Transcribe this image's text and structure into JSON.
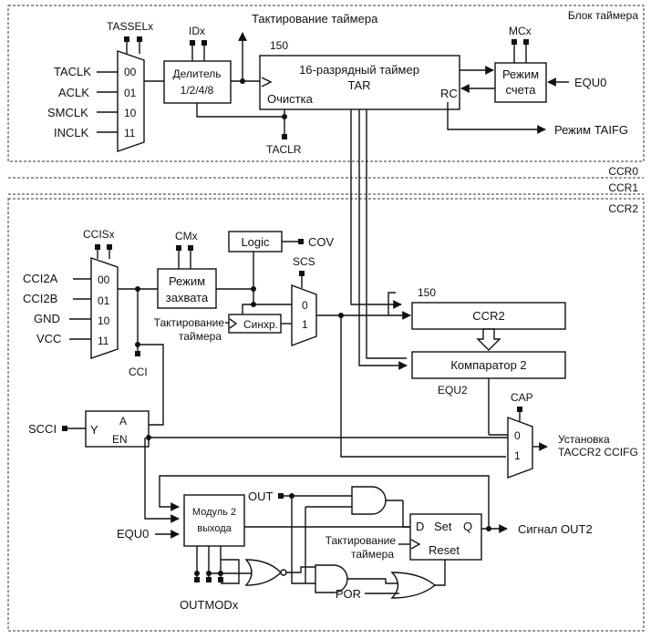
{
  "sections": {
    "timer_block": "Блок таймера",
    "ccr0": "CCR0",
    "ccr1": "CCR1",
    "ccr2": "CCR2"
  },
  "timer": {
    "tassel": "TASSELx",
    "clock_inputs": [
      "TACLK",
      "ACLK",
      "SMCLK",
      "INCLK"
    ],
    "mux_codes": [
      "00",
      "01",
      "10",
      "11"
    ],
    "id": "IDx",
    "divider_line1": "Делитель",
    "divider_line2": "1/2/4/8",
    "clock_label": "Тактирование таймера",
    "bits": "150",
    "tar_line1": "16-разрядный таймер",
    "tar_line2": "TAR",
    "clear": "Очистка",
    "rc": "RC",
    "tacler": "TACLR",
    "mc": "MCx",
    "mode_line1": "Режим",
    "mode_line2": "счета",
    "equ0": "EQU0",
    "taifg": "Режим TAIFG"
  },
  "capture": {
    "ccis": "CCISx",
    "inputs": [
      "CCI2A",
      "CCI2B",
      "GND",
      "VCC"
    ],
    "mux_codes": [
      "00",
      "01",
      "10",
      "11"
    ],
    "cm": "CMx",
    "mode_line1": "Режим",
    "mode_line2": "захвата",
    "logic": "Logic",
    "cov": "COV",
    "scs": "SCS",
    "scs_0": "0",
    "scs_1": "1",
    "clock_line1": "Тактирование",
    "clock_line2": "таймера",
    "sync": "Синхр.",
    "cci": "CCI",
    "bits": "150",
    "ccr2": "CCR2",
    "comparator": "Компаратор 2",
    "equ2": "EQU2",
    "cap": "CAP",
    "cap_0": "0",
    "cap_1": "1",
    "set_line1": "Установка",
    "set_line2": "TACCR2 CCIFG",
    "scci": "SCCI",
    "latch_y": "Y",
    "latch_a": "A",
    "latch_en": "EN"
  },
  "output": {
    "module_line1": "Модуль 2",
    "module_line2": "выхода",
    "equ0": "EQU0",
    "out": "OUT",
    "d": "D",
    "set": "Set",
    "q": "Q",
    "reset": "Reset",
    "clock_line1": "Тактирование",
    "clock_line2": "таймера",
    "por": "POR",
    "outmod": "OUTMODx",
    "signal": "Сигнал OUT2"
  }
}
